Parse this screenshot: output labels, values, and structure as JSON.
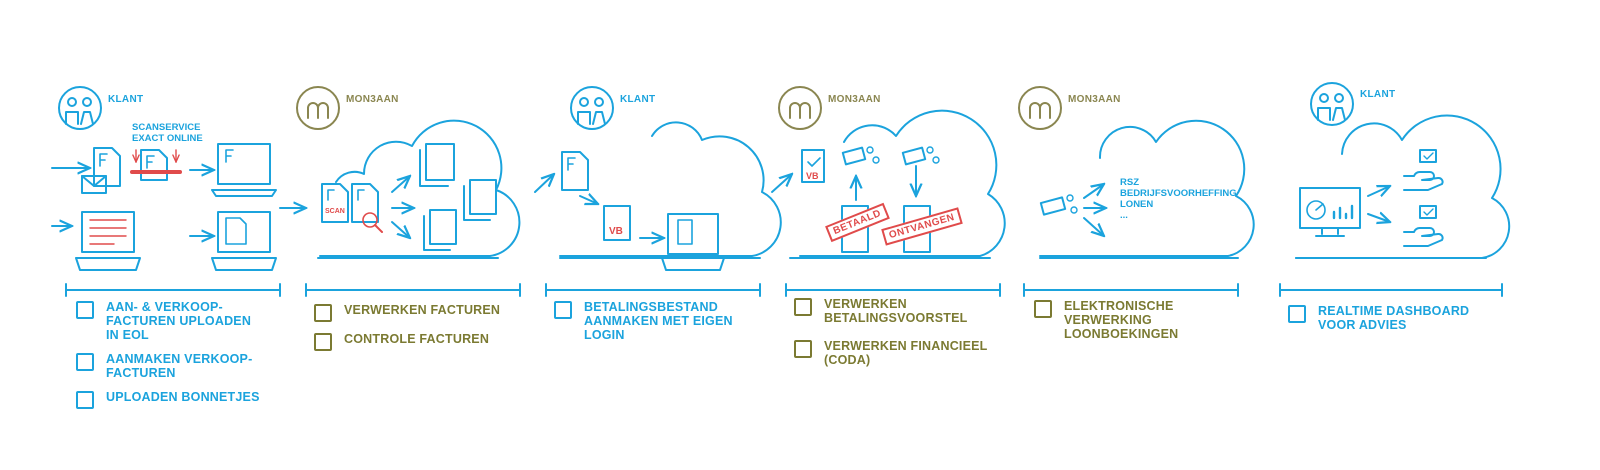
{
  "colors": {
    "blue": "#1ba3dd",
    "olive": "#7b7a32",
    "red": "#e04b4b"
  },
  "stages": [
    {
      "actor": "KLANT",
      "actor_type": "klant",
      "note_lines": [
        "SCANSERVICE",
        "EXACT ONLINE"
      ],
      "task_color": "blue",
      "tasks": [
        [
          "AAN- & VERKOOP-",
          "FACTUREN UPLOADEN",
          "IN EOL"
        ],
        [
          "AANMAKEN VERKOOP-",
          "FACTUREN"
        ],
        [
          "UPLOADEN BONNETJES"
        ]
      ]
    },
    {
      "actor": "MON3AAN",
      "actor_type": "monaan",
      "doc_labels": [
        "SCAN"
      ],
      "task_color": "olive",
      "tasks": [
        [
          "VERWERKEN FACTUREN"
        ],
        [
          "CONTROLE FACTUREN"
        ]
      ]
    },
    {
      "actor": "KLANT",
      "actor_type": "klant",
      "doc_labels": [
        "VB"
      ],
      "task_color": "blue",
      "tasks": [
        [
          "BETALINGSBESTAND",
          "AANMAKEN MET EIGEN",
          "LOGIN"
        ]
      ]
    },
    {
      "actor": "MON3AAN",
      "actor_type": "monaan",
      "doc_labels": [
        "VB"
      ],
      "stamps": [
        "BETAALD",
        "ONTVANGEN"
      ],
      "task_color": "olive",
      "tasks": [
        [
          "VERWERKEN",
          "BETALINGSVOORSTEL"
        ],
        [
          "VERWERKEN FINANCIEEL",
          "(CODA)"
        ]
      ]
    },
    {
      "actor": "MON3AAN",
      "actor_type": "monaan",
      "note_lines": [
        "RSZ",
        "BEDRIJFSVOORHEFFING",
        "LONEN",
        "..."
      ],
      "task_color": "olive",
      "tasks": [
        [
          "ELEKTRONISCHE",
          "VERWERKING",
          "LOONBOEKINGEN"
        ]
      ]
    },
    {
      "actor": "KLANT",
      "actor_type": "klant",
      "task_color": "blue",
      "tasks": [
        [
          "REALTIME DASHBOARD",
          "VOOR ADVIES"
        ]
      ]
    }
  ]
}
